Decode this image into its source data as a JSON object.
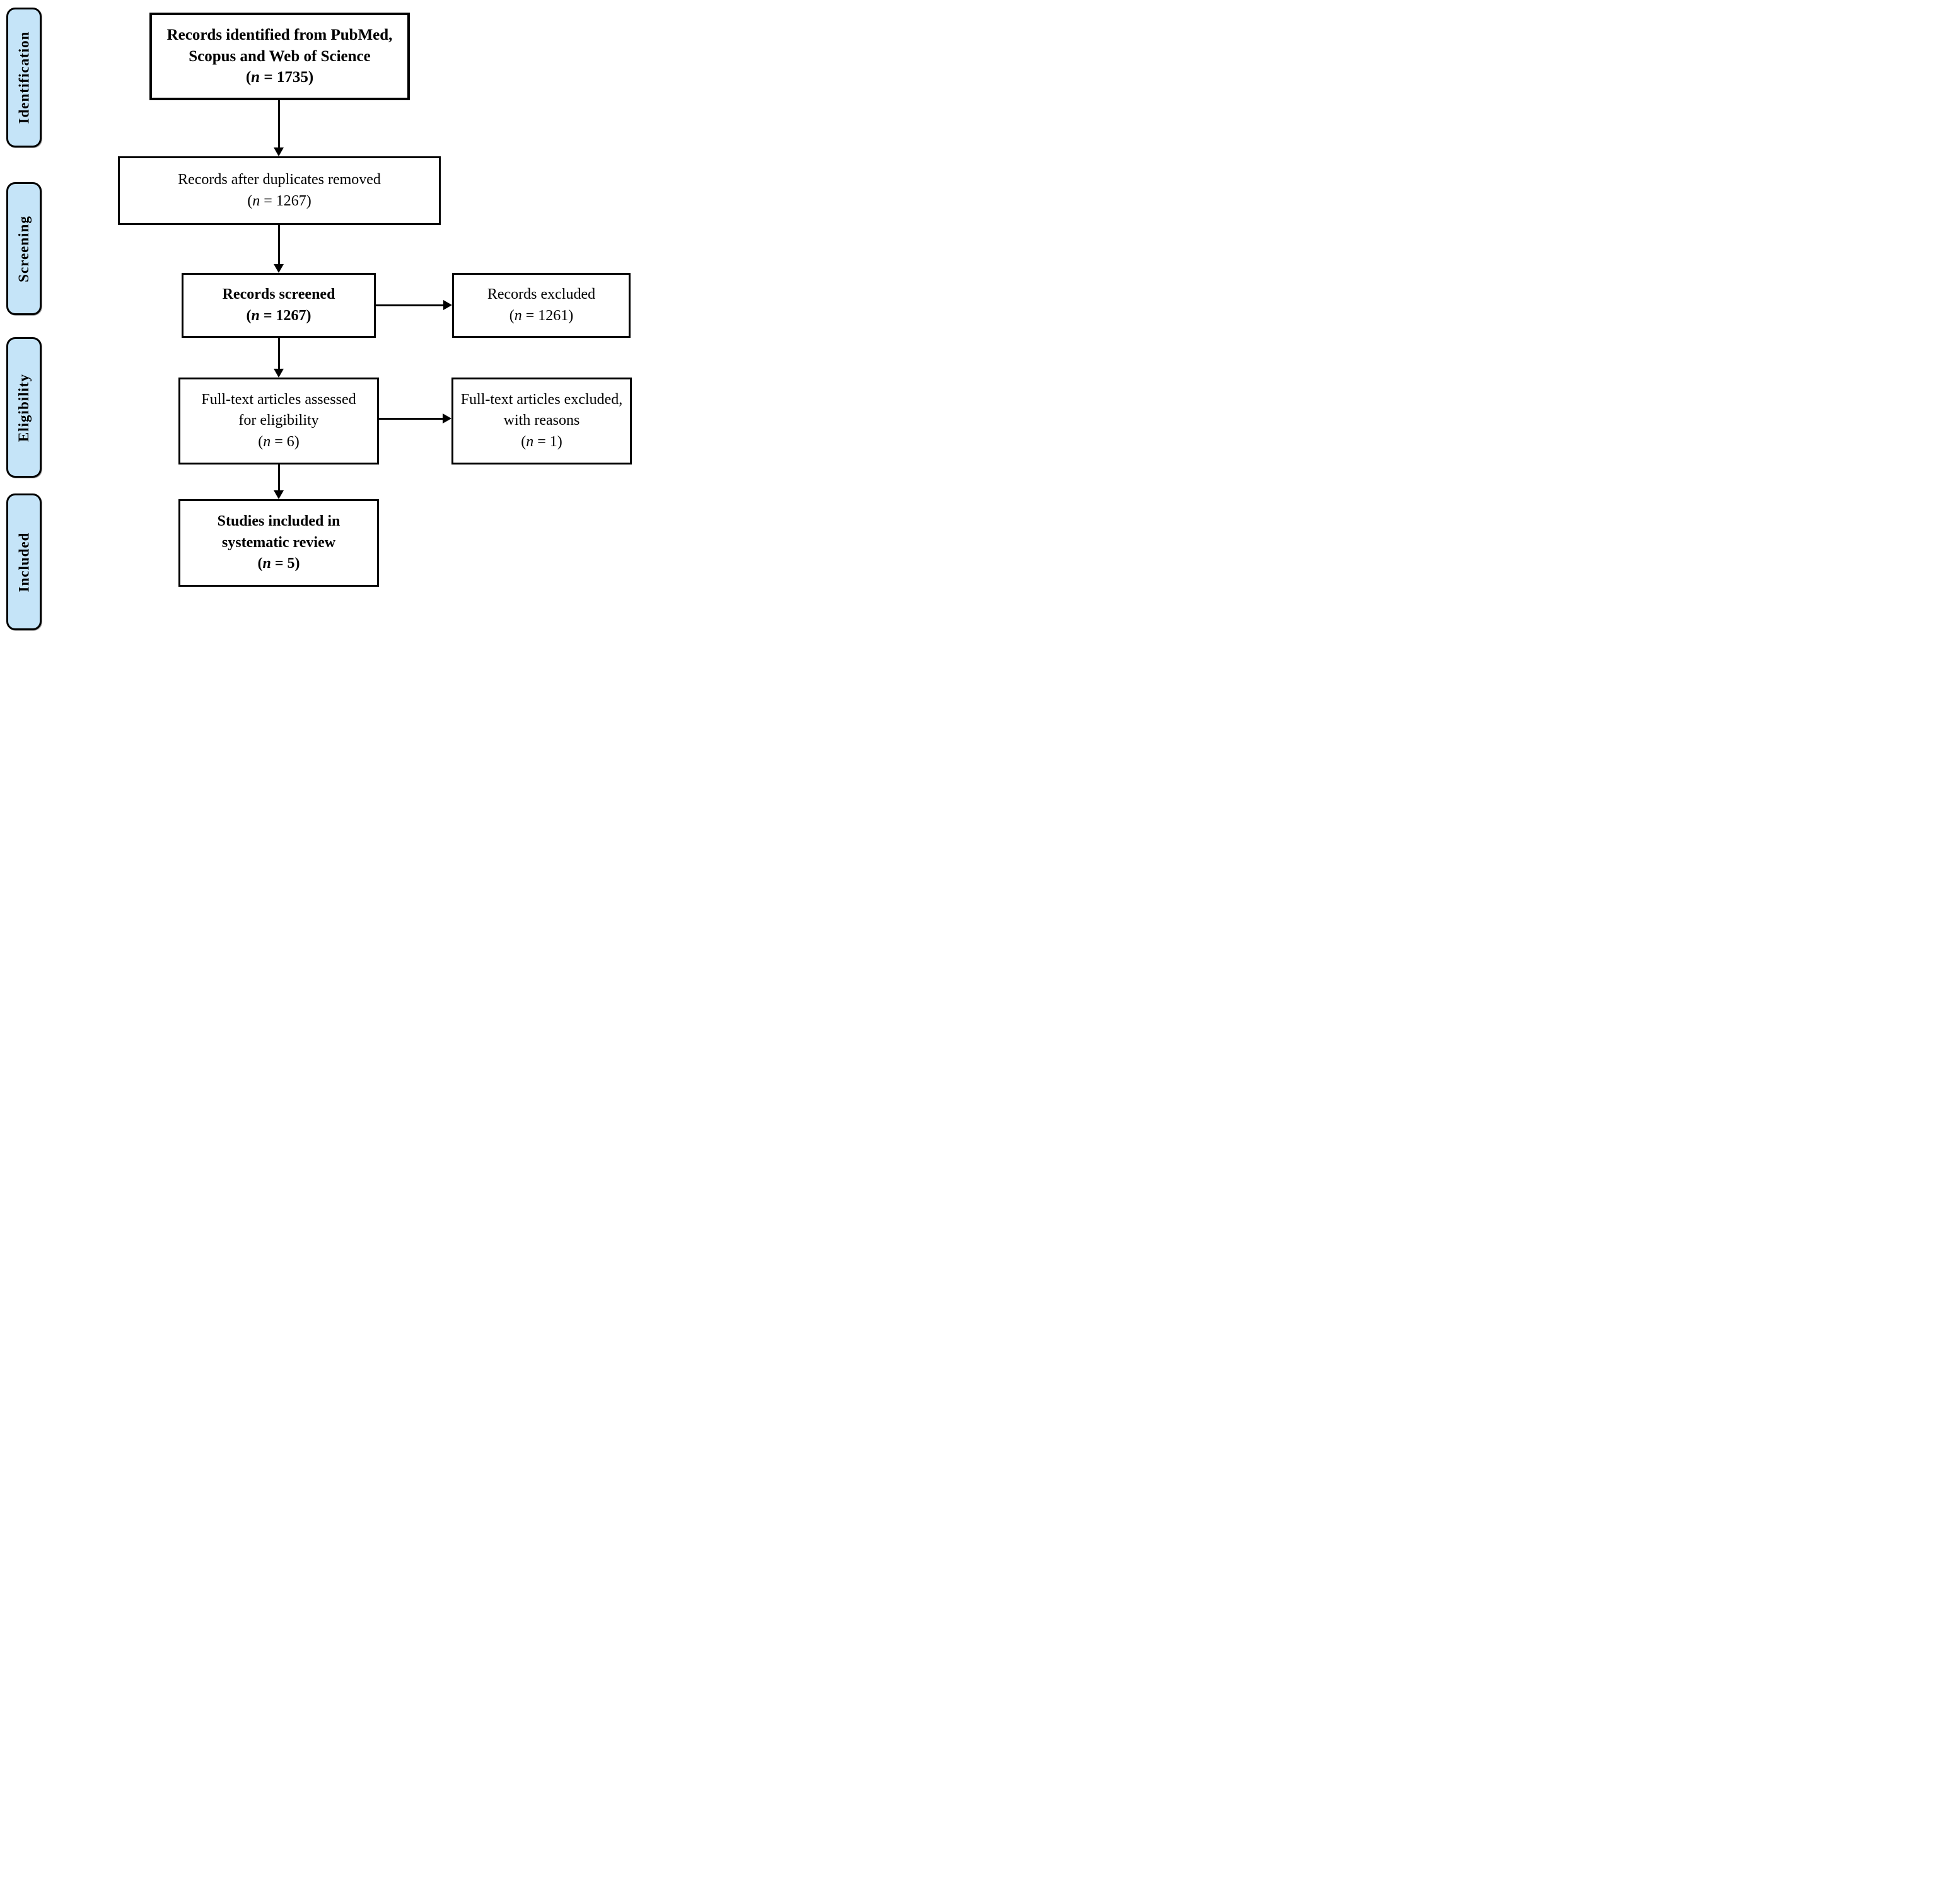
{
  "colors": {
    "stage_fill": "#C5E4F8",
    "line": "#000000",
    "background": "#FFFFFF"
  },
  "stages": {
    "identification": "Identification",
    "screening": "Screening",
    "eligibility": "Eligibility",
    "included": "Included"
  },
  "boxes": {
    "identified": {
      "line1": "Records identified from PubMed,",
      "line2": "Scopus and Web of Science",
      "n_open": "(",
      "n_var": "n",
      "n_rest": " = 1735)"
    },
    "deduplicated": {
      "line1": "Records after duplicates removed",
      "n_open": "(",
      "n_var": "n",
      "n_rest": " = 1267)"
    },
    "screened": {
      "line1": "Records screened",
      "n_open": "(",
      "n_var": "n",
      "n_rest": " = 1267)"
    },
    "records_excluded": {
      "line1": "Records excluded",
      "n_open": "(",
      "n_var": "n",
      "n_rest": " = 1261)"
    },
    "fulltext_assessed": {
      "line1": "Full-text articles assessed",
      "line2": "for eligibility",
      "n_open": "(",
      "n_var": "n",
      "n_rest": " = 6)"
    },
    "fulltext_excluded": {
      "line1": "Full-text articles excluded,",
      "line2": "with reasons",
      "n_open": "(",
      "n_var": "n",
      "n_rest": " = 1)"
    },
    "included_studies": {
      "line1": "Studies included in",
      "line2": "systematic review",
      "n_open": "(",
      "n_var": "n",
      "n_rest": " = 5)"
    }
  }
}
